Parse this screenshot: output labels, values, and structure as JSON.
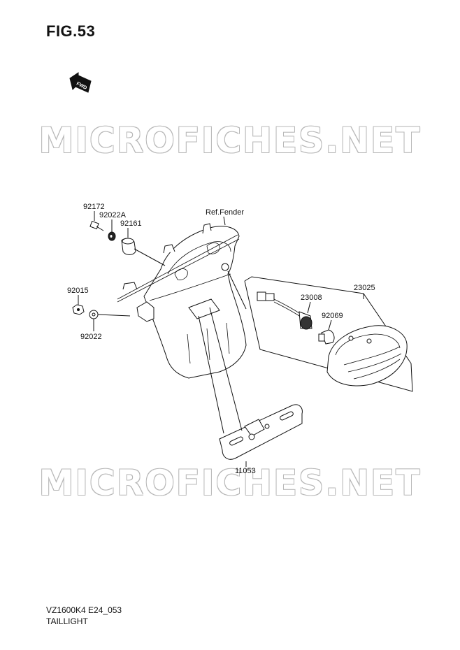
{
  "figure": {
    "title": "FIG.53",
    "fwd_badge": "FWD"
  },
  "watermark": "MICROFICHES.NET",
  "parts": {
    "p92172": "92172",
    "p92022A": "92022A",
    "p92161": "92161",
    "ref_fender": "Ref.Fender",
    "p92015": "92015",
    "p92022": "92022",
    "p23008": "23008",
    "p23025": "23025",
    "p92069": "92069",
    "p11053": "11053"
  },
  "footer": {
    "code": "VZ1600K4 E24_053",
    "name": "TAILLIGHT"
  }
}
